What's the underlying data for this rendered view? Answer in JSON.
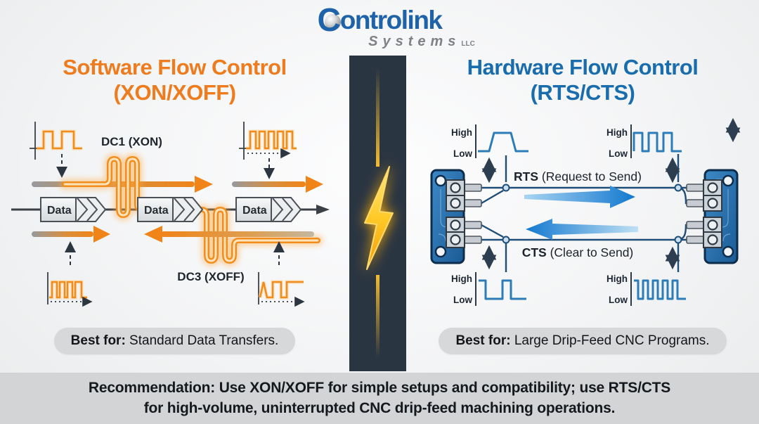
{
  "logo": {
    "c": "C",
    "rest": "ontrolink",
    "systems": "Systems",
    "llc": "LLC"
  },
  "left": {
    "title_line1": "Software Flow Control",
    "title_line2": "(XON/XOFF)",
    "dc1_label": "DC1 (XON)",
    "dc3_label": "DC3 (XOFF)",
    "data_label": "Data",
    "best_for_label": "Best for:",
    "best_for_text": " Standard Data Transfers.",
    "accent_color": "#ee7c1f"
  },
  "right": {
    "title_line1": "Hardware Flow Control",
    "title_line2": "(RTS/CTS)",
    "rts_label_bold": "RTS",
    "rts_label_rest": " (Request to Send)",
    "cts_label_bold": "CTS",
    "cts_label_rest": " (Clear to Send)",
    "high_label": "High",
    "low_label": "Low",
    "best_for_label": "Best for:",
    "best_for_text": " Large Drip-Feed CNC Programs.",
    "accent_color": "#1a6dad",
    "wire_color": "#1e4e78"
  },
  "divider": {
    "bolt_icon": "lightning-bolt",
    "bolt_color": "#ffc928",
    "bg_color": "#2a3542"
  },
  "footer": {
    "line1": "Recommendation: Use XON/XOFF for simple setups and compatibility; use RTS/CTS",
    "line2": "for high-volume, uninterrupted CNC drip-feed machining operations."
  }
}
